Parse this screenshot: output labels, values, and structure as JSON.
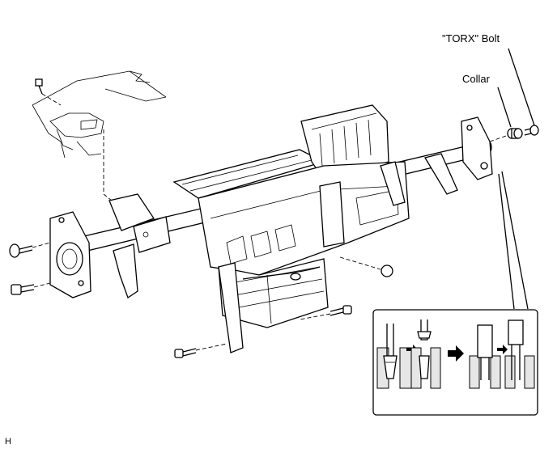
{
  "labels": {
    "torx_bolt": "\"TORX\" Bolt",
    "collar": "Collar",
    "corner_code": "H"
  },
  "icons": {
    "arrow_small": "arrow-right-icon",
    "arrow_big": "arrow-right-bold-icon"
  }
}
